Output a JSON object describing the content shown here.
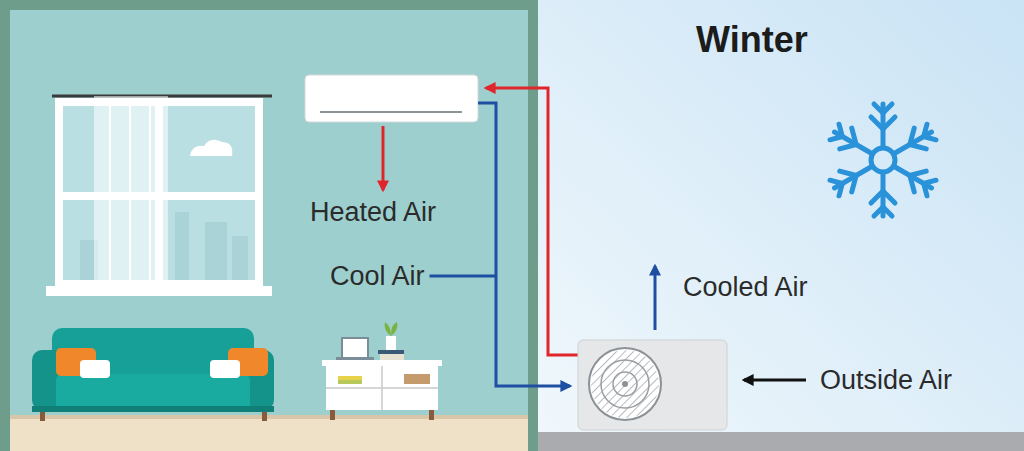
{
  "diagram": {
    "title": "Winter",
    "labels": [
      "Heated Air",
      "Cool Air",
      "Cooled Air",
      "Outside Air"
    ]
  }
}
